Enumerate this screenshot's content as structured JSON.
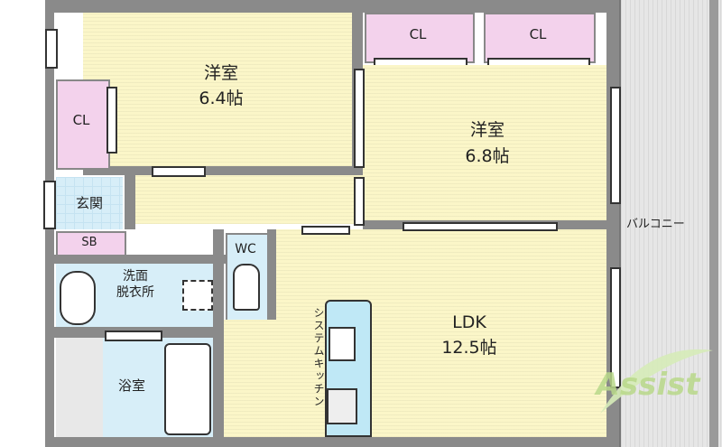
{
  "rooms": {
    "western_room_1": {
      "name": "洋室",
      "size": "6.4帖"
    },
    "western_room_2": {
      "name": "洋室",
      "size": "6.8帖"
    },
    "closet_1": "CL",
    "closet_2": "CL",
    "closet_3": "CL",
    "entrance": "玄関",
    "shoe_box": "SB",
    "wc": "WC",
    "washroom": "洗面\n脱衣所",
    "bathroom": "浴室",
    "kitchen": "システムキッチン",
    "ldk": {
      "name": "LDK",
      "size": "12.5帖"
    },
    "balcony": "バルコニー"
  },
  "watermark": "Assist",
  "colors": {
    "wall": "#8a8a8a",
    "floor_yellow": "#fbf6c8",
    "floor_blue": "#d7eef8",
    "floor_pink": "#f3d2ec",
    "balcony": "#e6e6e6",
    "watermark_green": "#b9d98a"
  }
}
